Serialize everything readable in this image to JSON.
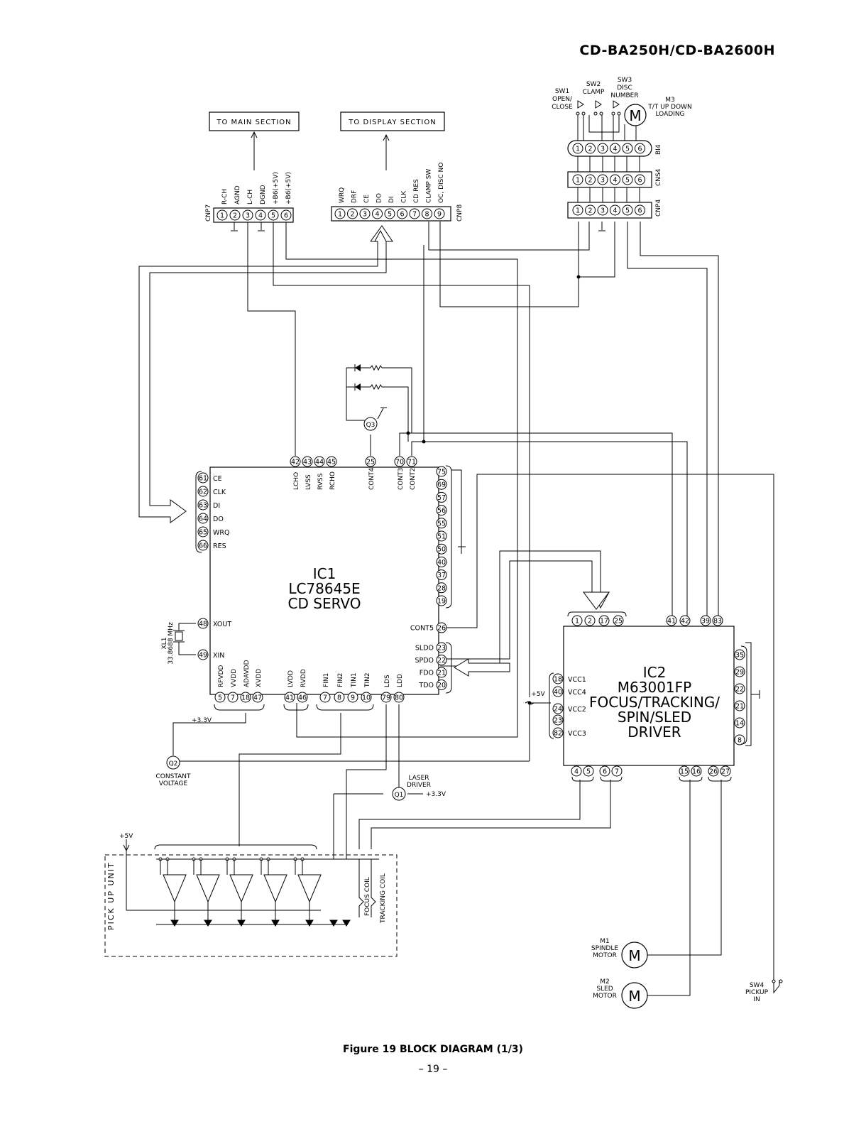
{
  "header": {
    "model": "CD-BA250H/CD-BA2600H"
  },
  "footer": {
    "caption": "Figure 19 BLOCK DIAGRAM (1/3)",
    "page": "– 19 –"
  },
  "blocks": {
    "to_main": "TO MAIN SECTION",
    "to_display": "TO DISPLAY SECTION",
    "ic1": {
      "line1": "IC1",
      "line2": "LC78645E",
      "line3": "CD SERVO"
    },
    "ic2": {
      "line1": "IC2",
      "line2": "M63001FP",
      "line3": "FOCUS/TRACKING/",
      "line4": "SPIN/SLED",
      "line5": "DRIVER"
    },
    "pickup": "PICK UP UNIT",
    "focus_coil": "FOCUS COIL",
    "tracking_coil": "TRACKING COIL"
  },
  "connectors": {
    "cnp7": {
      "name": "CNP7",
      "signals": [
        "R-CH",
        "AGND",
        "L-CH",
        "DGND",
        "+B6(+5V)",
        "+B6(+5V)"
      ],
      "pins": [
        "1",
        "2",
        "3",
        "4",
        "5",
        "6"
      ]
    },
    "cnp8": {
      "name": "CNP8",
      "signals": [
        "WRQ",
        "DRF",
        "CE",
        "DO",
        "DI",
        "CLK",
        "CD RES",
        "CLAMP SW",
        "OC, DISC NO"
      ],
      "pins": [
        "1",
        "2",
        "3",
        "4",
        "5",
        "6",
        "7",
        "8",
        "9"
      ]
    },
    "bi4": {
      "name": "BI4",
      "pins": [
        "1",
        "2",
        "3",
        "4",
        "5",
        "6"
      ]
    },
    "cns4": {
      "name": "CNS4",
      "pins": [
        "1",
        "2",
        "3",
        "4",
        "5",
        "6"
      ]
    },
    "cnp4": {
      "name": "CNP4",
      "pins": [
        "1",
        "2",
        "3",
        "4",
        "5",
        "6"
      ]
    }
  },
  "switches": {
    "sw1": [
      "SW1",
      "OPEN/",
      "CLOSE"
    ],
    "sw2": [
      "SW2",
      "CLAMP"
    ],
    "sw3": [
      "SW3",
      "DISC",
      "NUMBER"
    ],
    "sw4": [
      "SW4",
      "PICKUP",
      "IN"
    ]
  },
  "motors": {
    "m3": [
      "M3",
      "T/T UP DOWN",
      "LOADING"
    ],
    "m1": [
      "M1",
      "SPINDLE",
      "MOTOR"
    ],
    "m2": [
      "M2",
      "SLED",
      "MOTOR"
    ],
    "symbol": "M"
  },
  "ic1_pins": {
    "top": [
      {
        "n": "42",
        "s": "LCHO"
      },
      {
        "n": "43",
        "s": "LVSS"
      },
      {
        "n": "44",
        "s": "RVSS"
      },
      {
        "n": "45",
        "s": "RCHO"
      },
      {
        "n": "25",
        "s": "CONT4"
      },
      {
        "n": "70",
        "s": "CONT3"
      },
      {
        "n": "71",
        "s": "CONT2"
      }
    ],
    "left": [
      {
        "n": "61",
        "s": "CE"
      },
      {
        "n": "62",
        "s": "CLK"
      },
      {
        "n": "63",
        "s": "DI"
      },
      {
        "n": "64",
        "s": "DO"
      },
      {
        "n": "65",
        "s": "WRQ"
      },
      {
        "n": "66",
        "s": "RES"
      },
      {
        "n": "48",
        "s": "XOUT"
      },
      {
        "n": "49",
        "s": "XIN"
      }
    ],
    "right": [
      "75",
      "69",
      "57",
      "56",
      "55",
      "51",
      "50",
      "40",
      "37",
      "28",
      "19"
    ],
    "right_sig": [
      {
        "n": "26",
        "s": "CONT5"
      },
      {
        "n": "23",
        "s": "SLDO"
      },
      {
        "n": "22",
        "s": "SPDO"
      },
      {
        "n": "21",
        "s": "FDO"
      },
      {
        "n": "20",
        "s": "TDO"
      }
    ],
    "bottom": [
      {
        "n": "5",
        "s": "RFVDD"
      },
      {
        "n": "7",
        "s": "VVDD"
      },
      {
        "n": "18",
        "s": "ADAVDD"
      },
      {
        "n": "47",
        "s": "XVDD"
      },
      {
        "n": "41",
        "s": "LVDD"
      },
      {
        "n": "46",
        "s": "RVDD"
      },
      {
        "n": "7",
        "s": "FIN1"
      },
      {
        "n": "8",
        "s": "FIN2"
      },
      {
        "n": "9",
        "s": "TIN1"
      },
      {
        "n": "10",
        "s": "TIN2"
      },
      {
        "n": "79",
        "s": "LDS"
      },
      {
        "n": "80",
        "s": "LDD"
      }
    ]
  },
  "ic2_pins": {
    "top": [
      "1",
      "2",
      "17",
      "25",
      "41",
      "42",
      "39",
      "83"
    ],
    "left": [
      {
        "n": "18",
        "s": "VCC1"
      },
      {
        "n": "40",
        "s": "VCC4"
      },
      {
        "n": "24",
        "s": "VCC2"
      },
      {
        "n": "23",
        "s": ""
      },
      {
        "n": "82",
        "s": "VCC3"
      }
    ],
    "right": [
      "35",
      "29",
      "22",
      "21",
      "14",
      "8"
    ],
    "bottom": [
      "4",
      "5",
      "6",
      "7",
      "15",
      "16",
      "26",
      "27"
    ]
  },
  "parts": {
    "q1": "Q1",
    "q2": "Q2",
    "q3": "Q3",
    "q2_label": [
      "CONSTANT",
      "VOLTAGE"
    ],
    "laser_driver": [
      "LASER",
      "DRIVER"
    ],
    "xl1": [
      "XL1",
      "33.8688 MHz"
    ],
    "v33": "+3.3V",
    "v5": "+5V"
  }
}
